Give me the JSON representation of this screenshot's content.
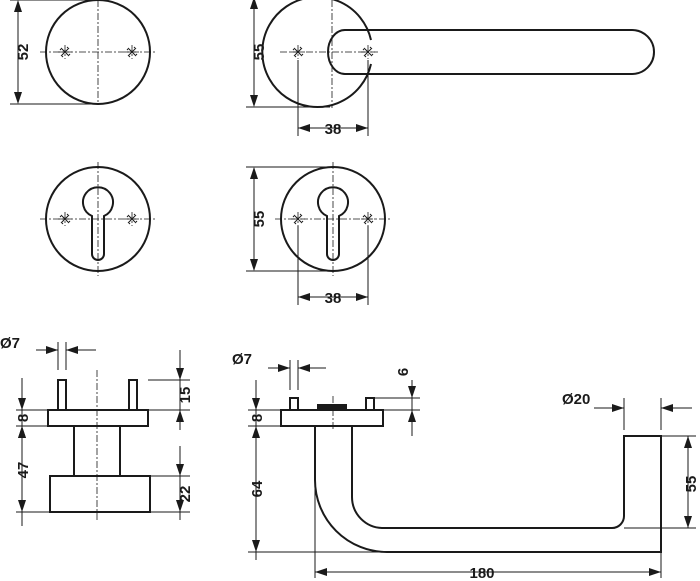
{
  "dimensions": {
    "rosette_dia": "52",
    "handle_rose_height": "55",
    "hole_spacing": "38",
    "escutcheon_height": "55",
    "escutcheon_hole_spacing": "38",
    "pin_dia_left": "Ø7",
    "pin_height_left": "15",
    "rose_thickness_left": "8",
    "knob_projection": "47",
    "knob_height": "22",
    "pin_dia_right": "Ø7",
    "spindle_depth": "6",
    "rose_thickness_right": "8",
    "handle_projection": "64",
    "handle_tube_dia": "Ø20",
    "handle_end_height": "55",
    "handle_length": "180"
  }
}
